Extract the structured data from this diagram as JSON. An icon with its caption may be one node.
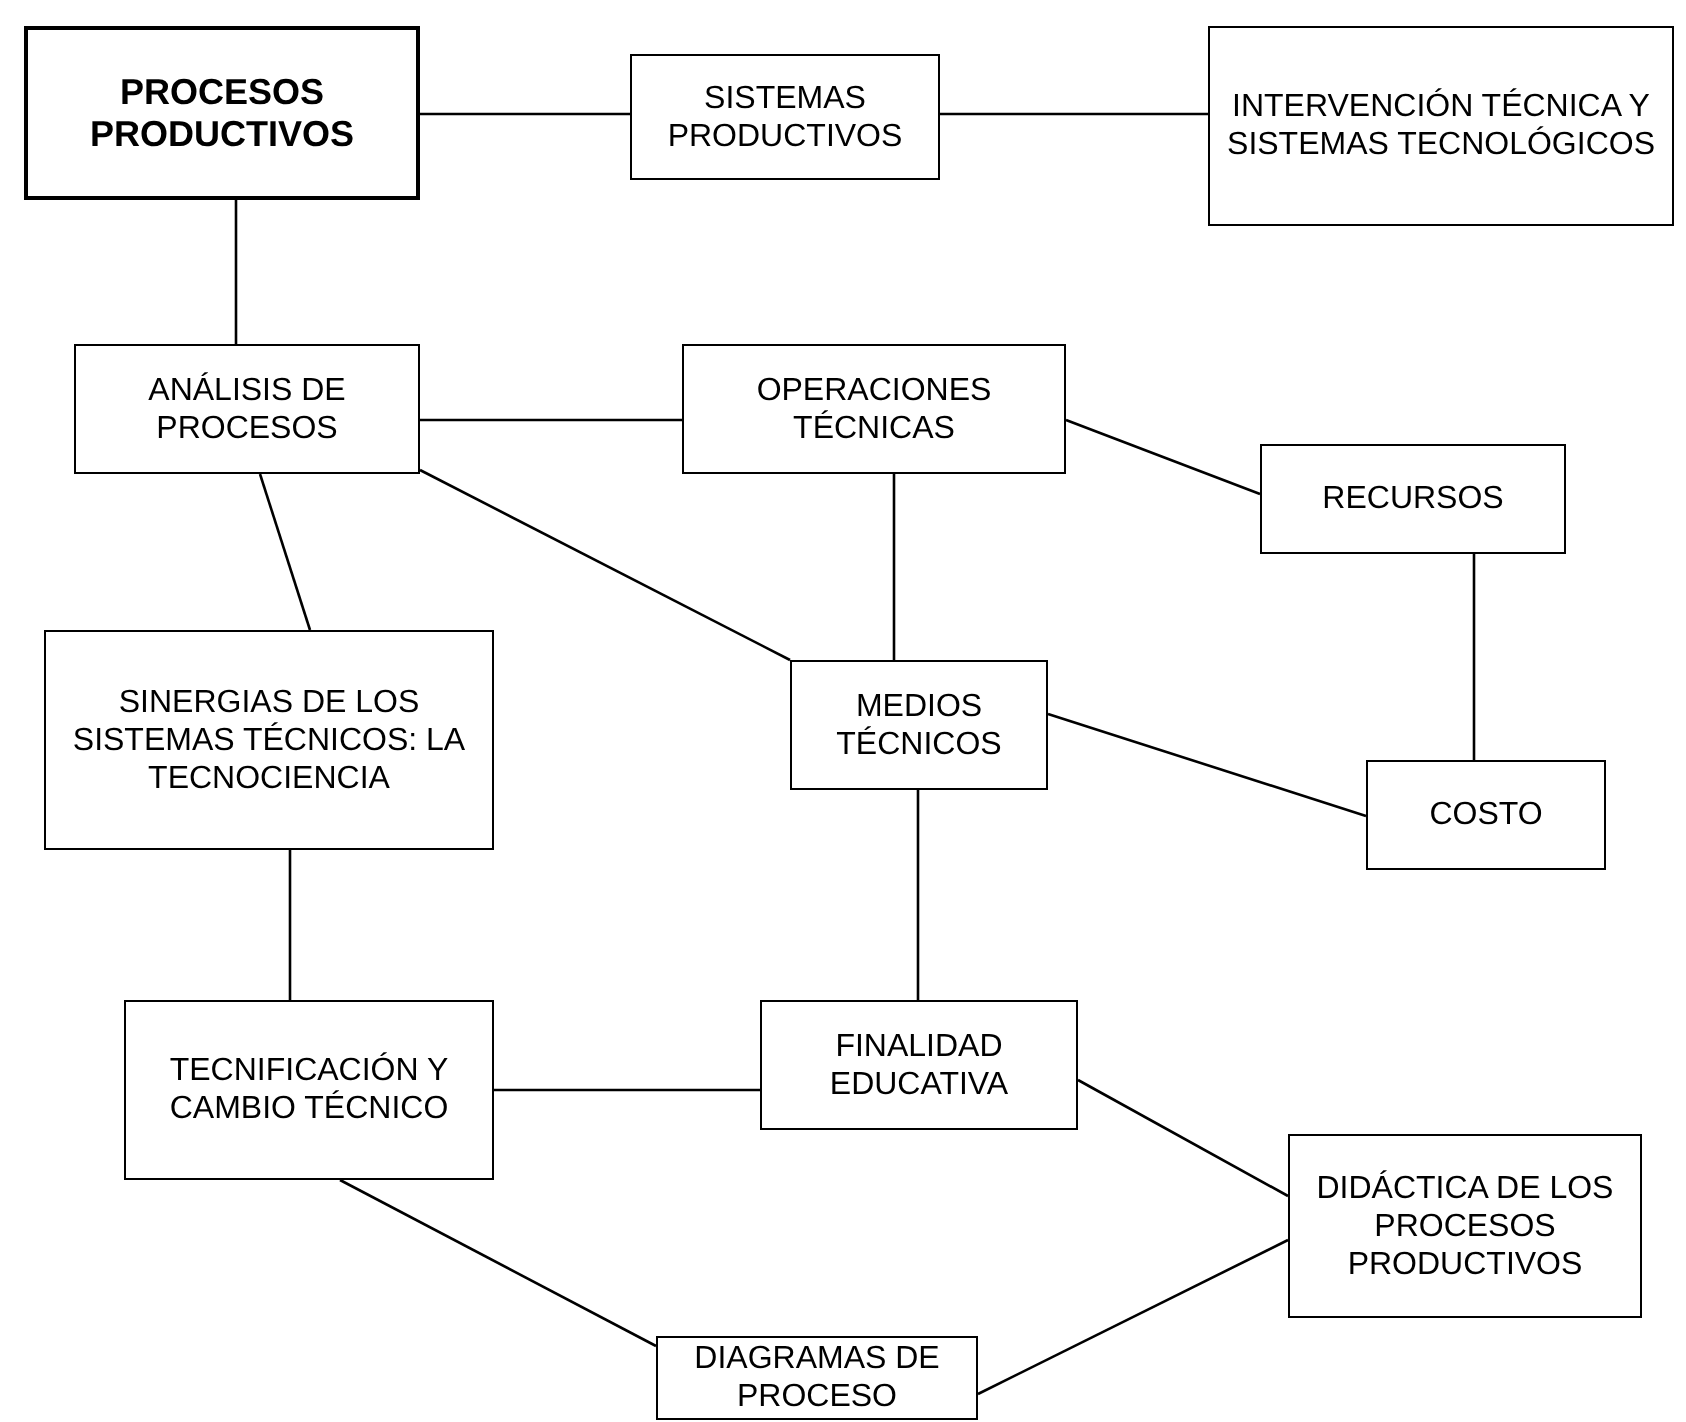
{
  "diagram": {
    "nodes": [
      {
        "text": [
          "PROCESOS PRODUCTIVOS"
        ]
      },
      {
        "text": [
          "SISTEMAS PRODUCTIVOS"
        ]
      },
      {
        "text": [
          "INTERVENCIÓN TÉCNICA Y SISTEMAS TECNOLÓGICOS"
        ]
      },
      {
        "text": [
          "ANÁLISIS DE PROCESOS"
        ]
      },
      {
        "text": [
          "OPERACIONES TÉCNICAS"
        ]
      },
      {
        "text": [
          "RECURSOS"
        ]
      },
      {
        "text": [
          "SINERGIAS DE LOS SISTEMAS TÉCNICOS: LA TECNOCIENCIA"
        ]
      },
      {
        "text": [
          "MEDIOS TÉCNICOS"
        ]
      },
      {
        "text": [
          "COSTO"
        ]
      },
      {
        "text": [
          "TECNIFICACIÓN Y CAMBIO TÉCNICO"
        ]
      },
      {
        "text": [
          "FINALIDAD EDUCATIVA"
        ]
      },
      {
        "text": [
          "DIDÁCTICA DE LOS PROCESOS PRODUCTIVOS"
        ]
      },
      {
        "text": [
          "DIAGRAMAS DE PROCESO"
        ]
      }
    ],
    "edges": [
      {
        "from": 0,
        "to": 1,
        "arrow": "none"
      },
      {
        "from": 1,
        "to": 2,
        "arrow": "none"
      },
      {
        "from": 0,
        "to": 3,
        "arrow": "none"
      },
      {
        "from": 3,
        "to": 4,
        "arrow": "none"
      },
      {
        "from": 3,
        "to": 6,
        "arrow": "none"
      },
      {
        "from": 3,
        "to": 7,
        "arrow": "none"
      },
      {
        "from": 4,
        "to": 7,
        "arrow": "none"
      },
      {
        "from": 4,
        "to": 5,
        "arrow": "none"
      },
      {
        "from": 5,
        "to": 8,
        "arrow": "none"
      },
      {
        "from": 7,
        "to": 8,
        "arrow": "none"
      },
      {
        "from": 6,
        "to": 9,
        "arrow": "none"
      },
      {
        "from": 7,
        "to": 10,
        "arrow": "none"
      },
      {
        "from": 9,
        "to": 10,
        "arrow": "none"
      },
      {
        "from": 10,
        "to": 11,
        "arrow": "none"
      },
      {
        "from": 9,
        "to": 12,
        "arrow": "none"
      },
      {
        "from": 12,
        "to": 11,
        "arrow": "none"
      }
    ]
  }
}
